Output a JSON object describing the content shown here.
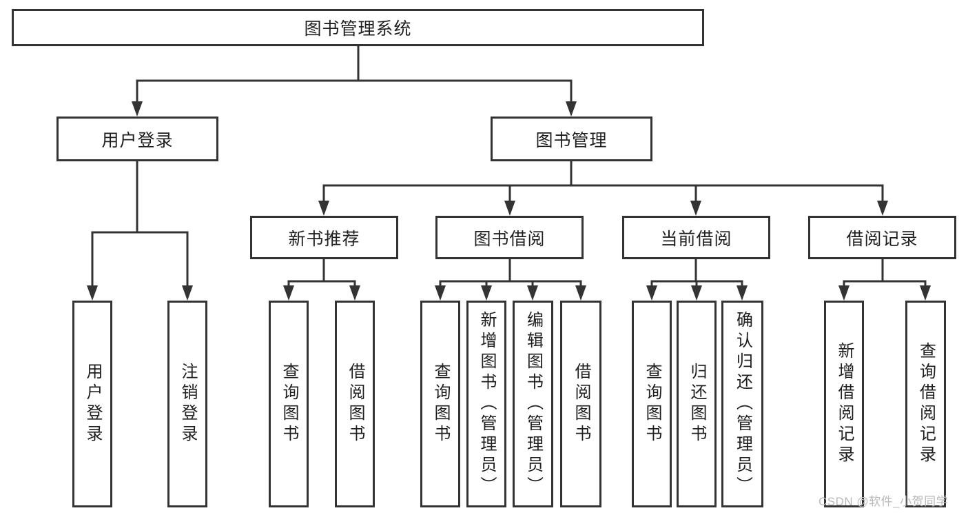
{
  "diagram_title": "图书管理系统",
  "watermark": "CSDN @软件_小贺同学",
  "colors": {
    "line": "#333333",
    "box_border": "#333333",
    "box_background": "#ffffff",
    "text": "#1f1f1f",
    "watermark": "#b9b9b9",
    "background": "#ffffff"
  },
  "nodes": {
    "root": {
      "label": "图书管理系统"
    },
    "user_login": {
      "label": "用户登录"
    },
    "book_mgmt": {
      "label": "图书管理"
    },
    "new_book_rec": {
      "label": "新书推荐"
    },
    "book_borrow": {
      "label": "图书借阅"
    },
    "current_borrow": {
      "label": "当前借阅"
    },
    "borrow_records": {
      "label": "借阅记录"
    },
    "ul_user_login": {
      "label": "用户登录"
    },
    "ul_logout": {
      "label": "注销登录"
    },
    "nr_query": {
      "label": "查询图书"
    },
    "nr_borrow": {
      "label": "借阅图书"
    },
    "bb_query": {
      "label": "查询图书"
    },
    "bb_add": {
      "label": "新增图书（管理员）"
    },
    "bb_edit": {
      "label": "编辑图书（管理员）"
    },
    "bb_borrow": {
      "label": "借阅图书"
    },
    "cb_query": {
      "label": "查询图书"
    },
    "cb_return": {
      "label": "归还图书"
    },
    "cb_confirm": {
      "label": "确认归还（管理员）"
    },
    "br_add": {
      "label": "新增借阅记录"
    },
    "br_query": {
      "label": "查询借阅记录"
    }
  },
  "hierarchy": {
    "root": [
      "user_login",
      "book_mgmt"
    ],
    "user_login": [
      "ul_user_login",
      "ul_logout"
    ],
    "book_mgmt": [
      "new_book_rec",
      "book_borrow",
      "current_borrow",
      "borrow_records"
    ],
    "new_book_rec": [
      "nr_query",
      "nr_borrow"
    ],
    "book_borrow": [
      "bb_query",
      "bb_add",
      "bb_edit",
      "bb_borrow"
    ],
    "current_borrow": [
      "cb_query",
      "cb_return",
      "cb_confirm"
    ],
    "borrow_records": [
      "br_add",
      "br_query"
    ]
  }
}
